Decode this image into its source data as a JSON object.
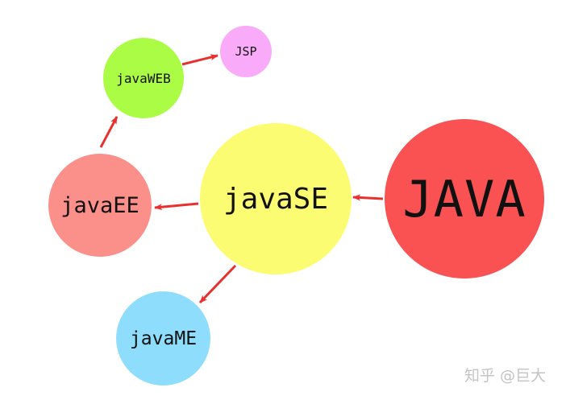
{
  "diagram": {
    "nodes": [
      {
        "id": "java",
        "label": "JAVA",
        "color": "#fa5252"
      },
      {
        "id": "javase",
        "label": "javaSE",
        "color": "#fcfc72"
      },
      {
        "id": "javaee",
        "label": "javaEE",
        "color": "#fb8f8a"
      },
      {
        "id": "javame",
        "label": "javaME",
        "color": "#8fddfc"
      },
      {
        "id": "javaweb",
        "label": "javaWEB",
        "color": "#abfc45"
      },
      {
        "id": "jsp",
        "label": "JSP",
        "color": "#f9abf9"
      }
    ],
    "edges": [
      {
        "from": "java",
        "to": "javase"
      },
      {
        "from": "javase",
        "to": "javaee"
      },
      {
        "from": "javase",
        "to": "javame"
      },
      {
        "from": "javaee",
        "to": "javaweb"
      },
      {
        "from": "javaweb",
        "to": "jsp"
      }
    ],
    "arrow_color": "#e8312f"
  },
  "watermark": {
    "text": "知乎 @巨大",
    "logo": "zhihu-logo-icon"
  }
}
